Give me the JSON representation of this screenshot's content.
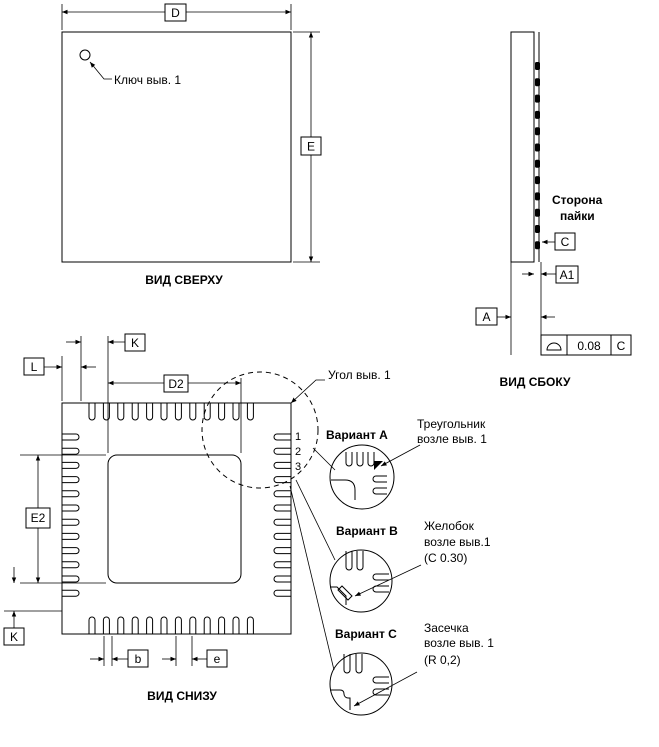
{
  "top_view": {
    "dim_d": "D",
    "dim_e": "E",
    "pin1_key_label": "Ключ выв. 1",
    "caption": "ВИД СВЕРХУ"
  },
  "side_view": {
    "solder_side_line1": "Сторона",
    "solder_side_line2": "пайки",
    "datum_c": "C",
    "dim_a1": "A1",
    "dim_a": "A",
    "flatness_value": "0.08",
    "flatness_datum": "C",
    "caption": "ВИД СБОКУ"
  },
  "bottom_view": {
    "dim_l": "L",
    "dim_k_top": "K",
    "dim_d2": "D2",
    "pin1_corner_label": "Угол выв. 1",
    "dim_e2": "E2",
    "dim_k_left": "K",
    "dim_b": "b",
    "dim_e_pitch": "e",
    "pin_numbers": [
      "1",
      "2",
      "3"
    ],
    "caption": "ВИД СНИЗУ"
  },
  "variants": {
    "a": {
      "title": "Вариант A",
      "line1": "Треугольник",
      "line2": "возле выв. 1",
      "line3": ""
    },
    "b": {
      "title": "Вариант B",
      "line1": "Желобок",
      "line2": "возле выв.1",
      "line3": "(C 0.30)"
    },
    "c": {
      "title": "Вариант C",
      "line1": "Засечка",
      "line2": "возле выв. 1",
      "line3": "(R 0,2)"
    }
  },
  "colors": {
    "line": "#000000",
    "background": "#ffffff"
  }
}
